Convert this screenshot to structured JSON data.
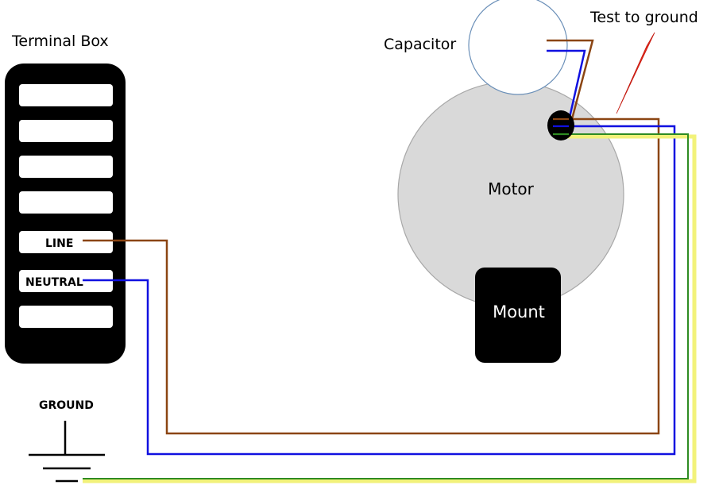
{
  "terminal_box": {
    "title": "Terminal Box",
    "line_label": "LINE",
    "neutral_label": "NEUTRAL"
  },
  "ground": {
    "label": "GROUND"
  },
  "capacitor": {
    "label": "Capacitor"
  },
  "motor": {
    "label": "Motor"
  },
  "mount": {
    "label": "Mount"
  },
  "test": {
    "label": "Test to ground"
  },
  "colors": {
    "live_wire": "#8B4513",
    "neutral_wire": "#1010E0",
    "earth_green": "#2E8B22",
    "earth_yellow": "#F2F27A",
    "test_probe": "#E8281A",
    "motor_fill": "#D9D9D9",
    "terminal_box": "#000000"
  }
}
